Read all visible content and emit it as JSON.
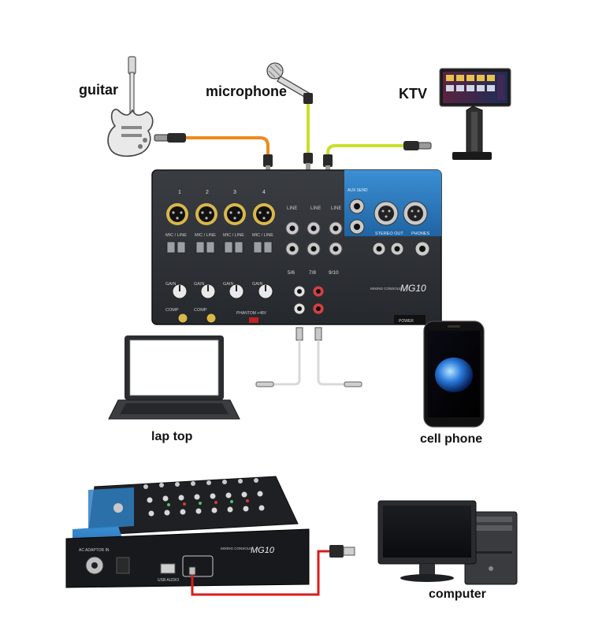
{
  "labels": {
    "guitar": "guitar",
    "microphone": "microphone",
    "ktv": "KTV",
    "laptop": "lap top",
    "cell_phone": "cell phone",
    "computer": "computer"
  },
  "mixer_top": {
    "brand": "MG10",
    "subtitle": "MIXING CONSOLE",
    "channels": [
      "1",
      "2",
      "3",
      "4"
    ],
    "mic_line": "MIC / LINE",
    "line": "LINE",
    "stereo_pairs": [
      "5/6",
      "7/8",
      "9/10"
    ],
    "gain": "GAIN",
    "comp": "COMP",
    "phantom": "PHANTOM +48V",
    "aux_send": "AUX SEND",
    "stereo_out": "STEREO OUT",
    "phones": "PHONES",
    "power": "POWER"
  },
  "mixer_bottom": {
    "brand": "MG10",
    "subtitle": "MIXING CONSOLE",
    "ac_adaptor": "AC ADAPTOR IN",
    "usb_audio": "USB AUDIO"
  },
  "colors": {
    "guitar_cable": "#ef8a1c",
    "mic_cable": "#c9de2a",
    "ktv_cable": "#c9de2a",
    "usb_cable": "#d91c1c",
    "mixer_accent": "#2f7fc1",
    "mixer_body": "#2b2e33"
  }
}
